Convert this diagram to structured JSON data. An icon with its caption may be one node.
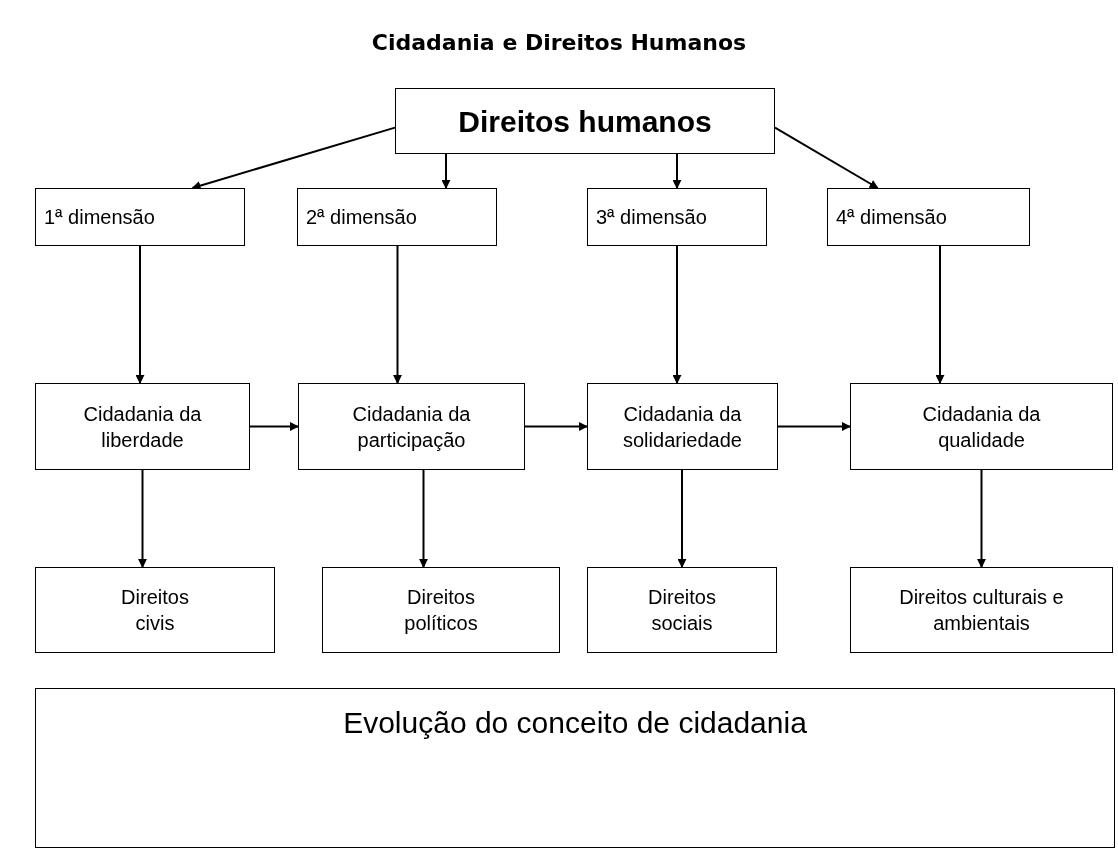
{
  "diagram": {
    "title": "Cidadania e Direitos Humanos",
    "nodes": [
      {
        "text": [
          "Direitos humanos"
        ]
      },
      {
        "text": [
          "1ª dimensão"
        ]
      },
      {
        "text": [
          "2ª dimensão"
        ]
      },
      {
        "text": [
          "3ª dimensão"
        ]
      },
      {
        "text": [
          "4ª dimensão"
        ]
      },
      {
        "text": [
          "Cidadania da liberdade"
        ]
      },
      {
        "text": [
          "Cidadania da participação"
        ]
      },
      {
        "text": [
          "Cidadania da solidariedade"
        ]
      },
      {
        "text": [
          "Cidadania da qualidade"
        ]
      },
      {
        "text": [
          "Direitos civis"
        ]
      },
      {
        "text": [
          "Direitos políticos"
        ]
      },
      {
        "text": [
          "Direitos sociais"
        ]
      },
      {
        "text": [
          "Direitos culturais e ambientais"
        ]
      },
      {
        "text": [
          "Evolução do conceito de cidadania"
        ]
      }
    ],
    "edges": [
      {
        "from": 0,
        "to": 1,
        "arrow": "to"
      },
      {
        "from": 0,
        "to": 2,
        "arrow": "to"
      },
      {
        "from": 0,
        "to": 3,
        "arrow": "to"
      },
      {
        "from": 0,
        "to": 4,
        "arrow": "to"
      },
      {
        "from": 1,
        "to": 5,
        "arrow": "to"
      },
      {
        "from": 2,
        "to": 6,
        "arrow": "to"
      },
      {
        "from": 3,
        "to": 7,
        "arrow": "to"
      },
      {
        "from": 4,
        "to": 8,
        "arrow": "to"
      },
      {
        "from": 5,
        "to": 6,
        "arrow": "to"
      },
      {
        "from": 6,
        "to": 7,
        "arrow": "to"
      },
      {
        "from": 7,
        "to": 8,
        "arrow": "to"
      },
      {
        "from": 5,
        "to": 9,
        "arrow": "to"
      },
      {
        "from": 6,
        "to": 10,
        "arrow": "to"
      },
      {
        "from": 7,
        "to": 11,
        "arrow": "to"
      },
      {
        "from": 8,
        "to": 12,
        "arrow": "to"
      }
    ]
  }
}
